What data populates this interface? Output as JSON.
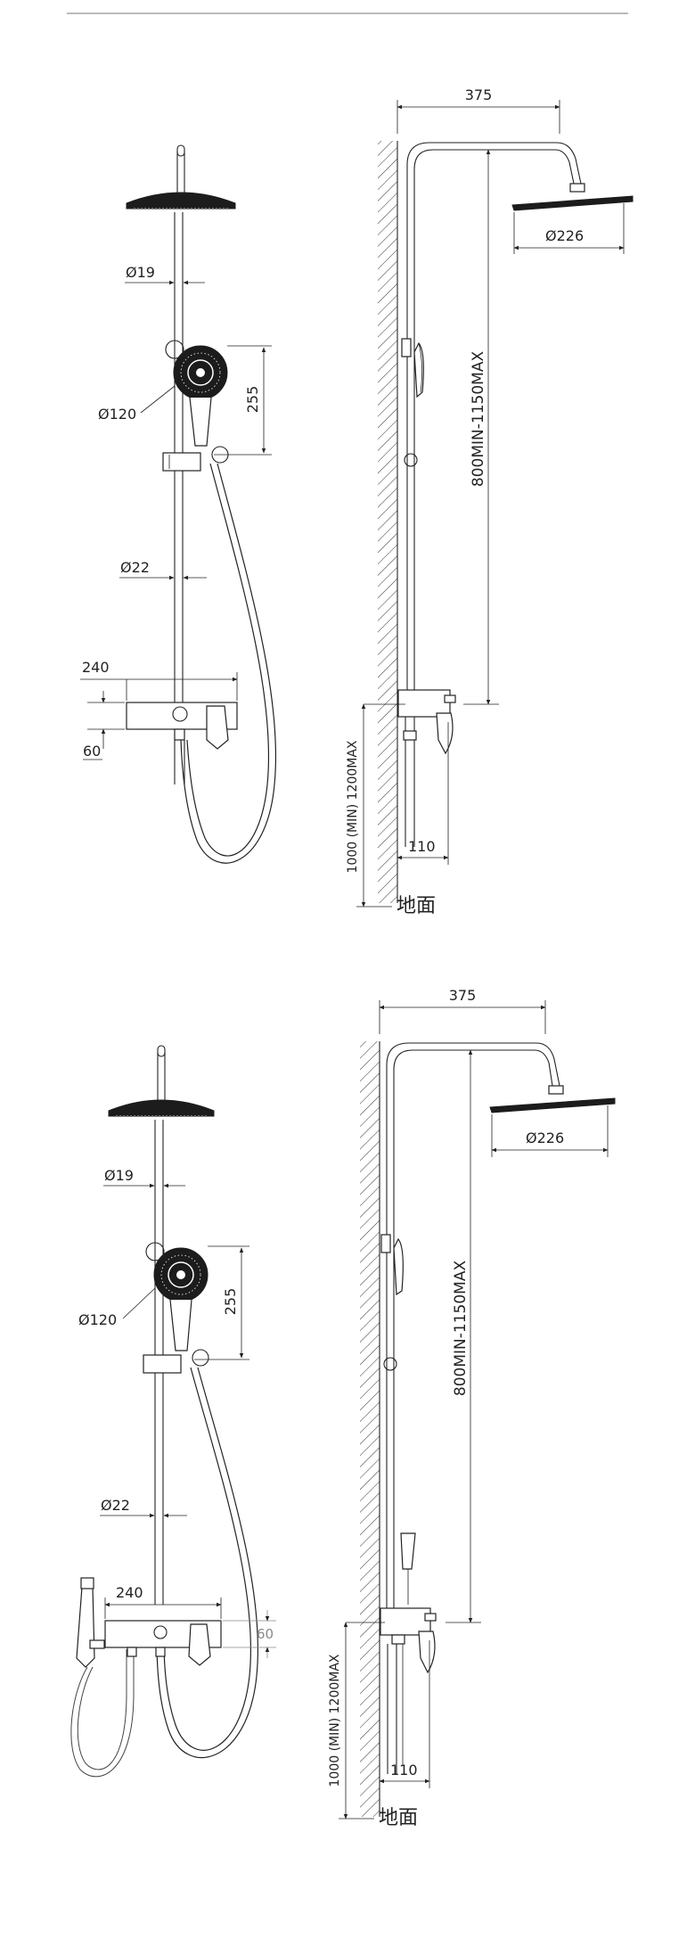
{
  "diagram_a": {
    "front": {
      "riser_dia": "Ø19",
      "handheld_dia": "Ø120",
      "handheld_spacing": "255",
      "pipe_dia": "Ø22",
      "mixer_width": "240",
      "mixer_height": "60"
    },
    "side": {
      "projection": "375",
      "head_dia": "Ø226",
      "height_range": "800MIN-1150MAX",
      "wall_offset": "110",
      "floor_height": "1000 (MIN) 1200MAX",
      "floor_label": "地面"
    }
  },
  "diagram_b": {
    "front": {
      "riser_dia": "Ø19",
      "handheld_dia": "Ø120",
      "handheld_spacing": "255",
      "pipe_dia": "Ø22",
      "mixer_width": "240",
      "mixer_height": "60"
    },
    "side": {
      "projection": "375",
      "head_dia": "Ø226",
      "height_range": "800MIN-1150MAX",
      "wall_offset": "110",
      "floor_height": "1000 (MIN) 1200MAX",
      "floor_label": "地面"
    }
  },
  "colors": {
    "line": "#222222",
    "background": "#ffffff"
  }
}
